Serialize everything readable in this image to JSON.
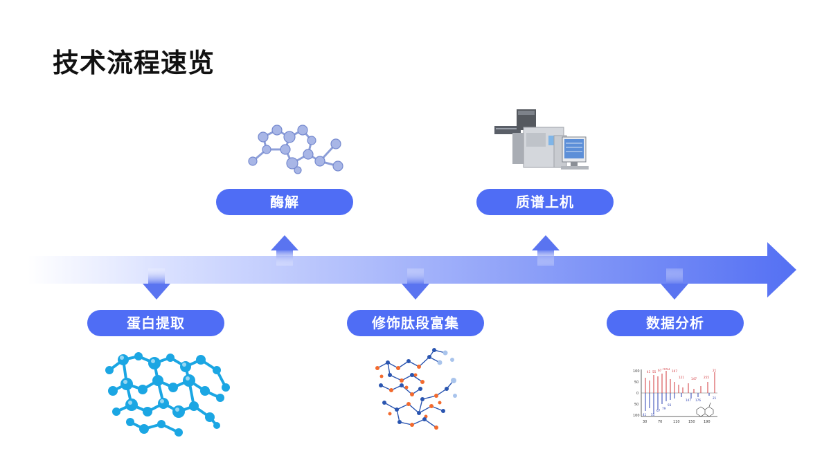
{
  "page": {
    "title": "技术流程速览"
  },
  "steps": [
    {
      "label": "蛋白提取",
      "position": "below",
      "icon": "protein-structure-icon"
    },
    {
      "label": "酶解",
      "position": "above",
      "icon": "molecule-icon"
    },
    {
      "label": "修饰肽段富集",
      "position": "below",
      "icon": "peptide-network-icon"
    },
    {
      "label": "质谱上机",
      "position": "above",
      "icon": "mass-spectrometer-icon"
    },
    {
      "label": "数据分析",
      "position": "below",
      "icon": "mass-spectrum-icon"
    }
  ],
  "spectrum_labels": {
    "y_ticks": [
      "100",
      "50",
      "0",
      "50",
      "100"
    ],
    "x_ticks": [
      "30",
      "70",
      "110",
      "150",
      "190"
    ],
    "peaks_top": [
      "41",
      "55",
      "67",
      "79",
      "93",
      "107",
      "121",
      "147",
      "255",
      "21"
    ],
    "peaks_bottom": [
      "41",
      "55",
      "67",
      "79",
      "93",
      "147",
      "176",
      "21"
    ]
  },
  "colors": {
    "accent": "#4f6df5",
    "arrow_start": "#ffffff",
    "arrow_end": "#5470f3",
    "cyan": "#1ba6e3",
    "orange": "#f26a2e",
    "navy": "#2a55b0"
  }
}
